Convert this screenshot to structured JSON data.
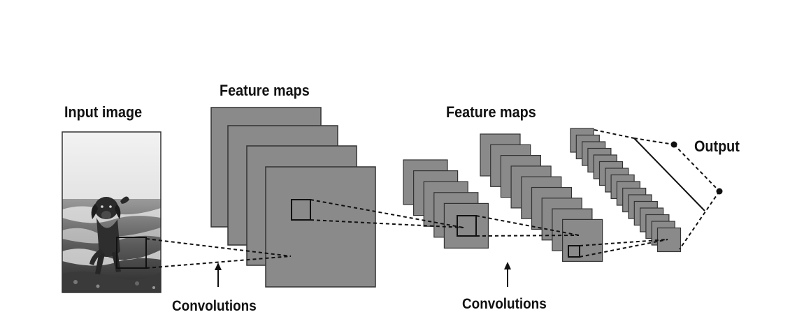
{
  "labels": {
    "input_image": "Input image",
    "feature_maps_1": "Feature maps",
    "feature_maps_2": "Feature maps",
    "convolutions_1": "Convolutions",
    "convolutions_2": "Convolutions",
    "output": "Output"
  },
  "colors": {
    "map_fill": "#8a8a8a",
    "map_stroke": "#333333",
    "line": "#111111",
    "background": "#ffffff"
  },
  "icons": {
    "convolution_arrow": "up-arrow-icon",
    "input_photo": "dog-running-on-beach-photo"
  }
}
